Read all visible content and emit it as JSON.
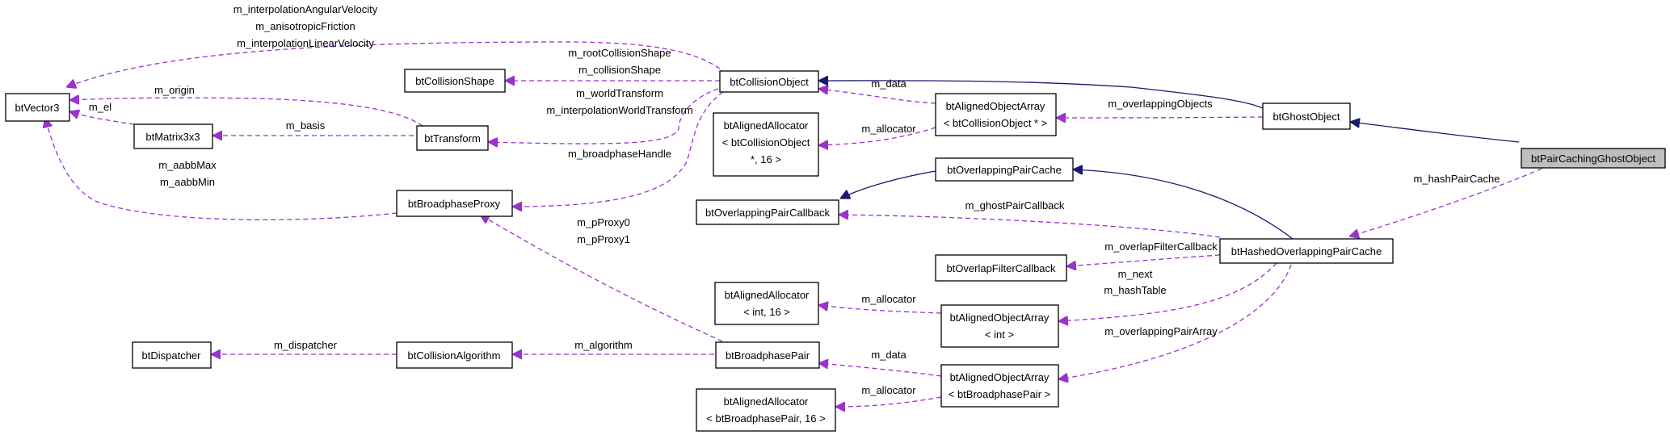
{
  "colors": {
    "inheritance_edge": "#191970",
    "member_edge": "#9a32cd",
    "focus_fill": "#bfbfbf",
    "node_fill": "#ffffff"
  },
  "nodes": {
    "btPairCachingGhostObject": [
      "btPairCachingGhostObject"
    ],
    "btGhostObject": [
      "btGhostObject"
    ],
    "btCollisionObject": [
      "btCollisionObject"
    ],
    "btVector3": [
      "btVector3"
    ],
    "btCollisionShape": [
      "btCollisionShape"
    ],
    "btTransform": [
      "btTransform"
    ],
    "btMatrix3x3": [
      "btMatrix3x3"
    ],
    "btBroadphaseProxy": [
      "btBroadphaseProxy"
    ],
    "btAlignedObjectArray_CollisionObject": [
      "btAlignedObjectArray",
      "< btCollisionObject * >"
    ],
    "btAlignedAllocator_CollisionObject": [
      "btAlignedAllocator",
      "< btCollisionObject",
      "*, 16 >"
    ],
    "btOverlappingPairCache": [
      "btOverlappingPairCache"
    ],
    "btOverlappingPairCallback": [
      "btOverlappingPairCallback"
    ],
    "btHashedOverlappingPairCache": [
      "btHashedOverlappingPairCache"
    ],
    "btOverlapFilterCallback": [
      "btOverlapFilterCallback"
    ],
    "btAlignedAllocator_int": [
      "btAlignedAllocator",
      "< int, 16 >"
    ],
    "btAlignedObjectArray_int": [
      "btAlignedObjectArray",
      "< int >"
    ],
    "btDispatcher": [
      "btDispatcher"
    ],
    "btCollisionAlgorithm": [
      "btCollisionAlgorithm"
    ],
    "btBroadphasePair": [
      "btBroadphasePair"
    ],
    "btAlignedObjectArray_BroadphasePair": [
      "btAlignedObjectArray",
      "< btBroadphasePair >"
    ],
    "btAlignedAllocator_BroadphasePair": [
      "btAlignedAllocator",
      "< btBroadphasePair, 16 >"
    ]
  },
  "edge_labels": {
    "interp_angular": "m_interpolationAngularVelocity",
    "anisotropic": "m_anisotropicFriction",
    "interp_linear": "m_interpolationLinearVelocity",
    "root_shape": "m_rootCollisionShape",
    "collision_shape": "m_collisionShape",
    "origin": "m_origin",
    "el": "m_el",
    "basis": "m_basis",
    "world_transform": "m_worldTransform",
    "interp_world_transform": "m_interpolationWorldTransform",
    "data_co": "m_data",
    "overlapping_objects": "m_overlappingObjects",
    "allocator_co": "m_allocator",
    "broadphase_handle": "m_broadphaseHandle",
    "aabb_max": "m_aabbMax",
    "aabb_min": "m_aabbMin",
    "hash_pair_cache": "m_hashPairCache",
    "ghost_pair_callback": "m_ghostPairCallback",
    "p_proxy0": "m_pProxy0",
    "p_proxy1": "m_pProxy1",
    "overlap_filter_callback": "m_overlapFilterCallback",
    "next": "m_next",
    "hash_table": "m_hashTable",
    "allocator_int": "m_allocator",
    "overlapping_pair_array": "m_overlappingPairArray",
    "dispatcher": "m_dispatcher",
    "algorithm": "m_algorithm",
    "data_bp": "m_data",
    "allocator_bp": "m_allocator"
  }
}
